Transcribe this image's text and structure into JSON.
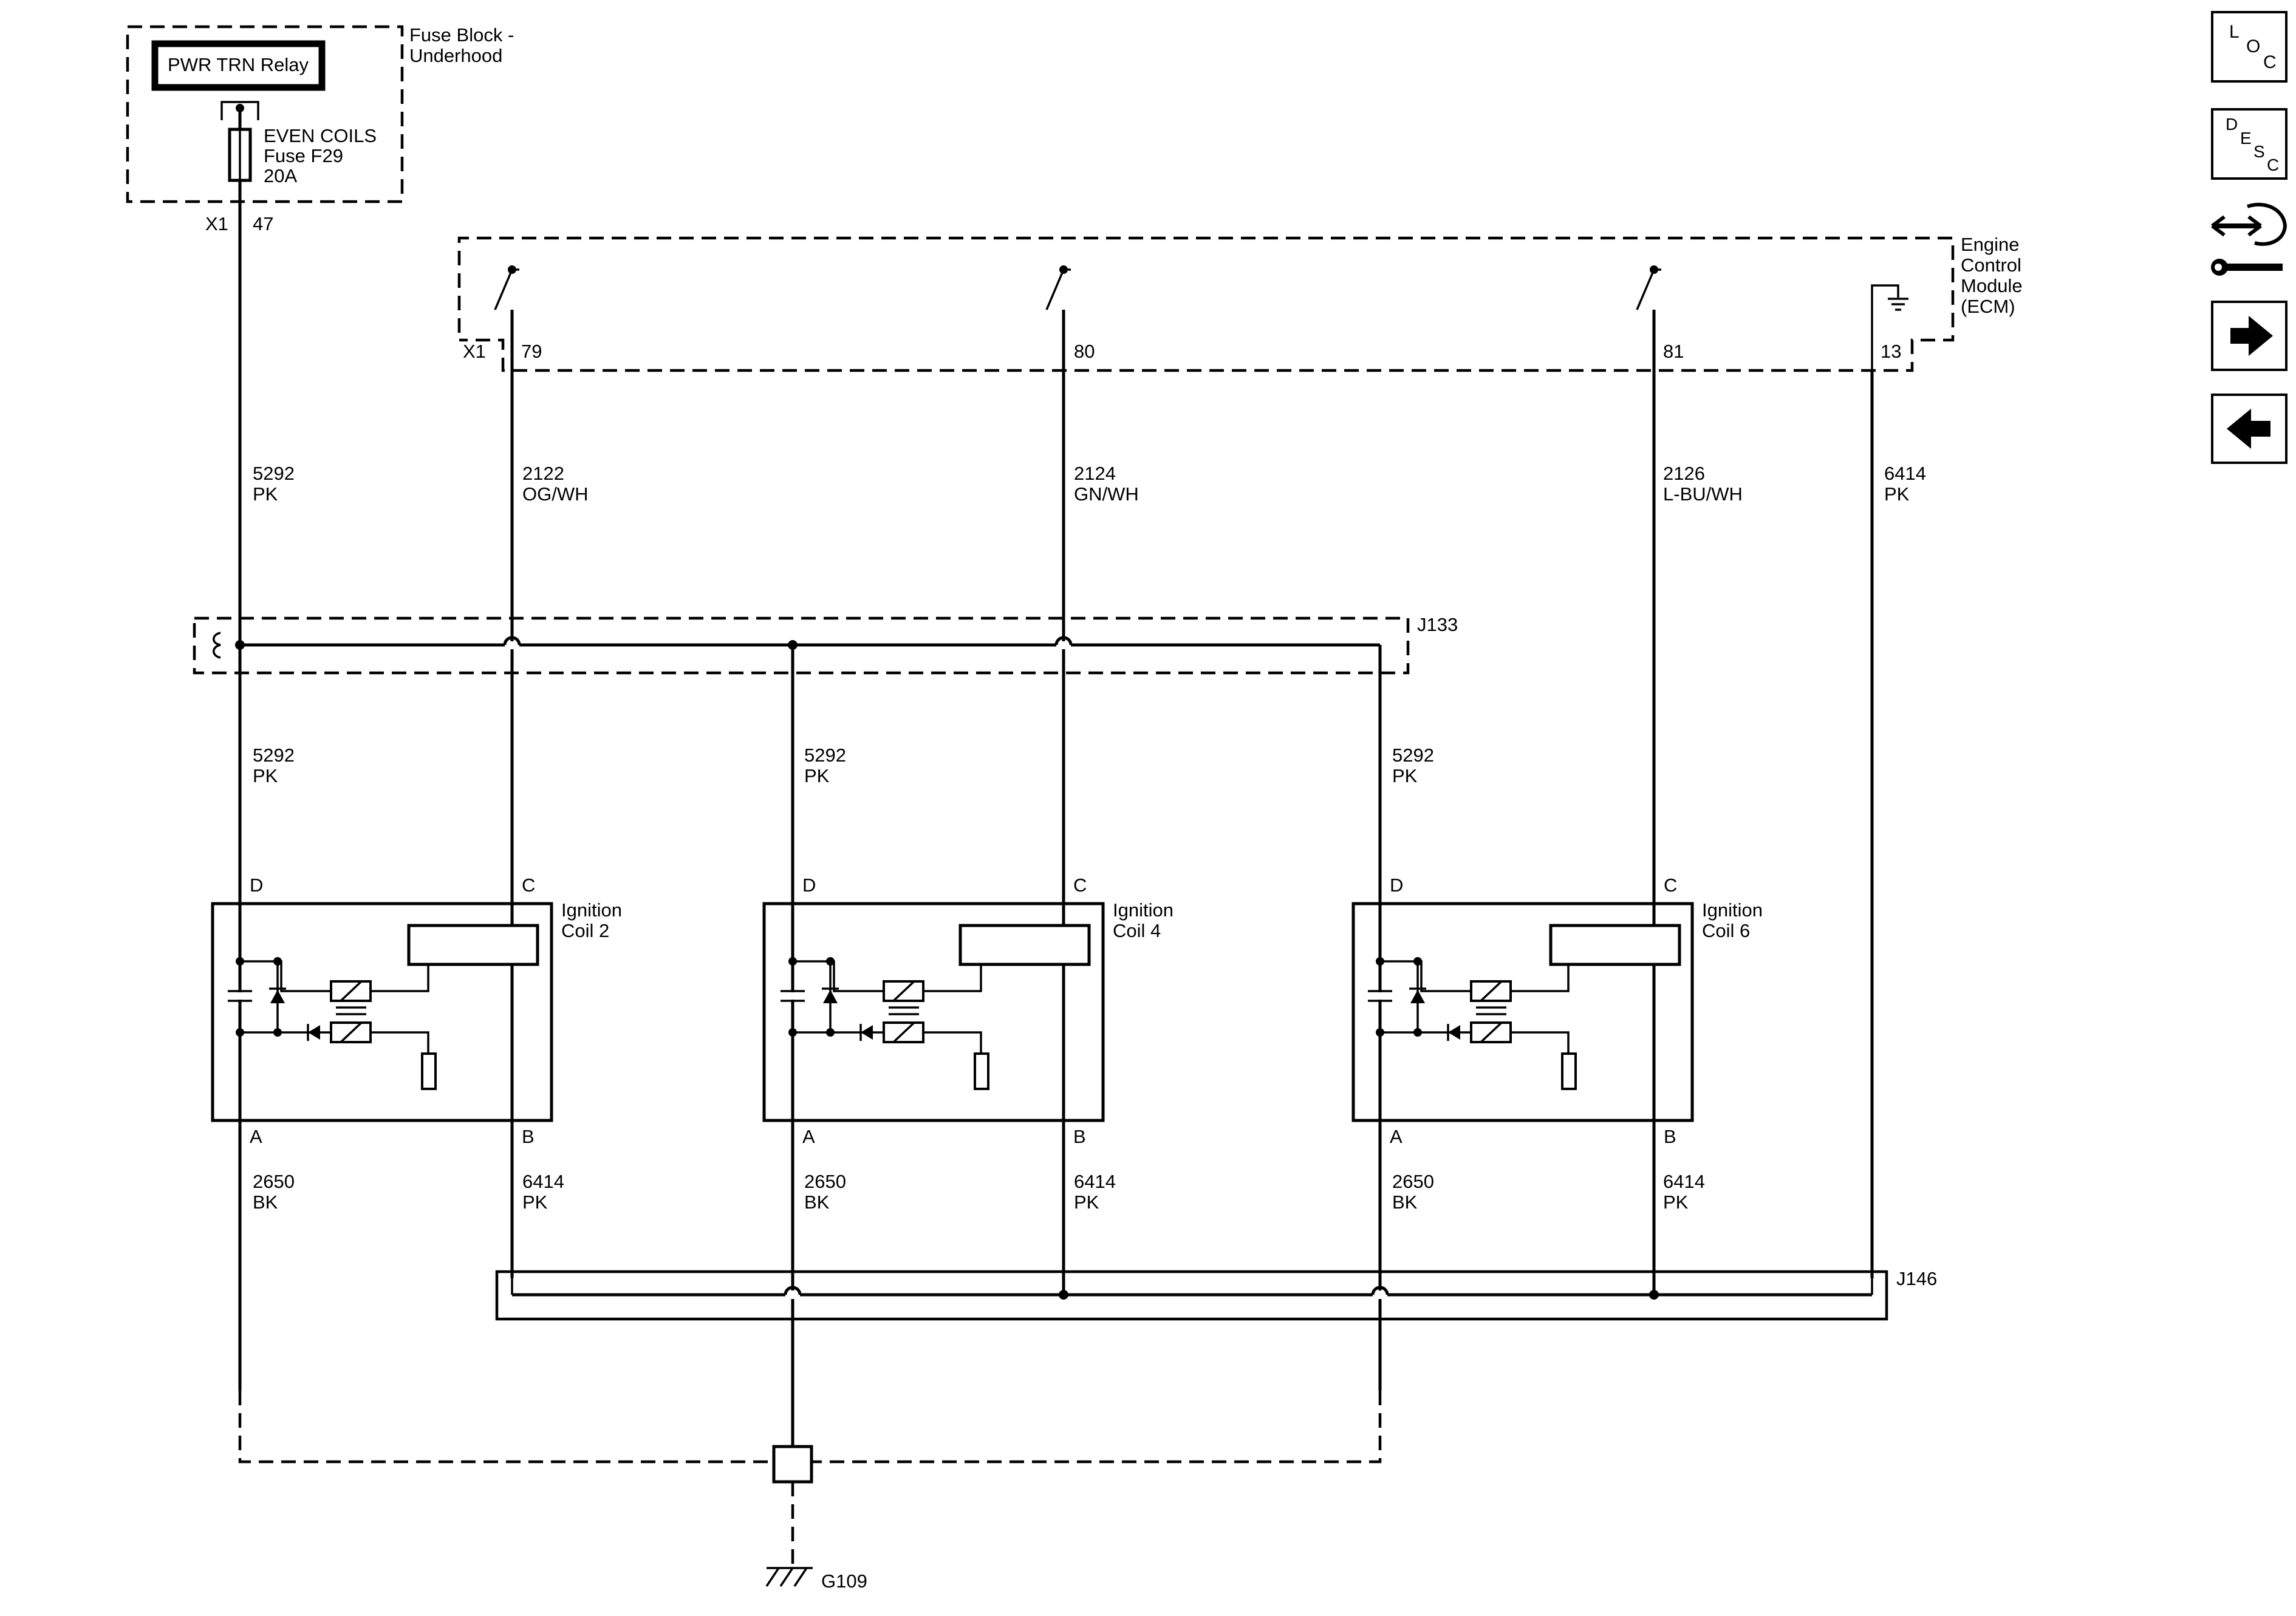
{
  "fuse_block": {
    "title": [
      "Fuse Block -",
      "Underhood"
    ],
    "relay_label": "PWR TRN Relay",
    "fuse_lines": [
      "EVEN COILS",
      "Fuse F29",
      "20A"
    ],
    "connector": "X1",
    "pin": "47"
  },
  "ecm": {
    "title": [
      "Engine",
      "Control",
      "Module",
      "(ECM)"
    ],
    "connector": "X1",
    "pins": [
      "79",
      "80",
      "81",
      "13"
    ]
  },
  "wires": {
    "fuse_to_j133": [
      "5292",
      "PK"
    ],
    "ecm_79": [
      "2122",
      "OG/WH"
    ],
    "ecm_80": [
      "2124",
      "GN/WH"
    ],
    "ecm_81": [
      "2126",
      "L-BU/WH"
    ],
    "ecm_13": [
      "6414",
      "PK"
    ],
    "coil_supply": [
      "5292",
      "PK"
    ],
    "coil_ground": [
      "2650",
      "BK"
    ],
    "coil_b": [
      "6414",
      "PK"
    ]
  },
  "splices": {
    "top": "J133",
    "bottom": "J146"
  },
  "coils": [
    {
      "name": [
        "Ignition",
        "Coil 2"
      ],
      "pins": {
        "d": "D",
        "c": "C",
        "a": "A",
        "b": "B"
      }
    },
    {
      "name": [
        "Ignition",
        "Coil 4"
      ],
      "pins": {
        "d": "D",
        "c": "C",
        "a": "A",
        "b": "B"
      }
    },
    {
      "name": [
        "Ignition",
        "Coil 6"
      ],
      "pins": {
        "d": "D",
        "c": "C",
        "a": "A",
        "b": "B"
      }
    }
  ],
  "ground": {
    "label": "G109"
  },
  "nav_buttons": [
    {
      "name": "loc-button",
      "letters": [
        "L",
        "O",
        "C"
      ]
    },
    {
      "name": "desc-button",
      "letters": [
        "D",
        "E",
        "S",
        "C"
      ]
    },
    {
      "name": "connector-end-view-button",
      "icon": "connector-wrench-icon"
    },
    {
      "name": "next-page-button",
      "icon": "arrow-right-icon"
    },
    {
      "name": "previous-page-button",
      "icon": "arrow-left-icon"
    }
  ]
}
